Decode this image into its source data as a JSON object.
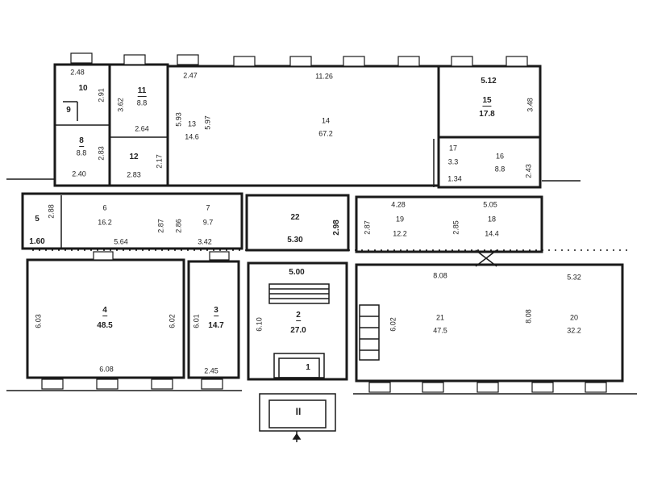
{
  "rooms": [
    {
      "id": "r10",
      "number": "10",
      "area": "",
      "dims": [
        "2.48",
        "2.91"
      ]
    },
    {
      "id": "r9",
      "number": "9",
      "area": "",
      "dims": []
    },
    {
      "id": "r8",
      "number": "8",
      "area": "8.8",
      "dims": [
        "2.83",
        "2.40"
      ]
    },
    {
      "id": "r11",
      "number": "11",
      "area": "8.8",
      "dims": [
        "3.62",
        "2.64"
      ]
    },
    {
      "id": "r12",
      "number": "12",
      "area": "",
      "dims": [
        "2.17",
        "2.83"
      ]
    },
    {
      "id": "r13",
      "number": "13",
      "area": "14.6",
      "dims": [
        "2.47",
        "5.93"
      ]
    },
    {
      "id": "r14",
      "number": "14",
      "area": "67.2",
      "dims": [
        "11.26",
        "5.97"
      ]
    },
    {
      "id": "r15",
      "number": "15",
      "area": "17.8",
      "dims": [
        "5.12",
        "3.48"
      ]
    },
    {
      "id": "r17",
      "number": "17",
      "area": "3.3",
      "dims": [
        "1.34"
      ]
    },
    {
      "id": "r16",
      "number": "16",
      "area": "8.8",
      "dims": [
        "2.43"
      ]
    },
    {
      "id": "r5",
      "number": "5",
      "area": "",
      "dims": [
        "2.88",
        "1.60"
      ]
    },
    {
      "id": "r6",
      "number": "6",
      "area": "16.2",
      "dims": [
        "5.64"
      ]
    },
    {
      "id": "r7",
      "number": "7",
      "area": "9.7",
      "dims": [
        "2.87",
        "2.86",
        "3.42"
      ]
    },
    {
      "id": "r22",
      "number": "22",
      "area": "",
      "dims": [
        "5.30",
        "2.98"
      ]
    },
    {
      "id": "r19",
      "number": "19",
      "area": "12.2",
      "dims": [
        "4.28",
        "2.87"
      ]
    },
    {
      "id": "r18",
      "number": "18",
      "area": "14.4",
      "dims": [
        "5.05",
        "2.85"
      ]
    },
    {
      "id": "r4",
      "number": "4",
      "area": "48.5",
      "dims": [
        "6.03",
        "6.02",
        "6.08"
      ]
    },
    {
      "id": "r3",
      "number": "3",
      "area": "14.7",
      "dims": [
        "6.01",
        "2.45"
      ]
    },
    {
      "id": "r2",
      "number": "2",
      "area": "27.0",
      "dims": [
        "5.00",
        "6.10"
      ]
    },
    {
      "id": "r1",
      "number": "1",
      "area": "",
      "dims": []
    },
    {
      "id": "r21",
      "number": "21",
      "area": "47.5",
      "dims": [
        "8.08",
        "6.02"
      ]
    },
    {
      "id": "r20",
      "number": "20",
      "area": "32.2",
      "dims": [
        "5.32",
        "8.08"
      ]
    },
    {
      "id": "entrance",
      "number": "II",
      "area": "",
      "dims": []
    }
  ]
}
